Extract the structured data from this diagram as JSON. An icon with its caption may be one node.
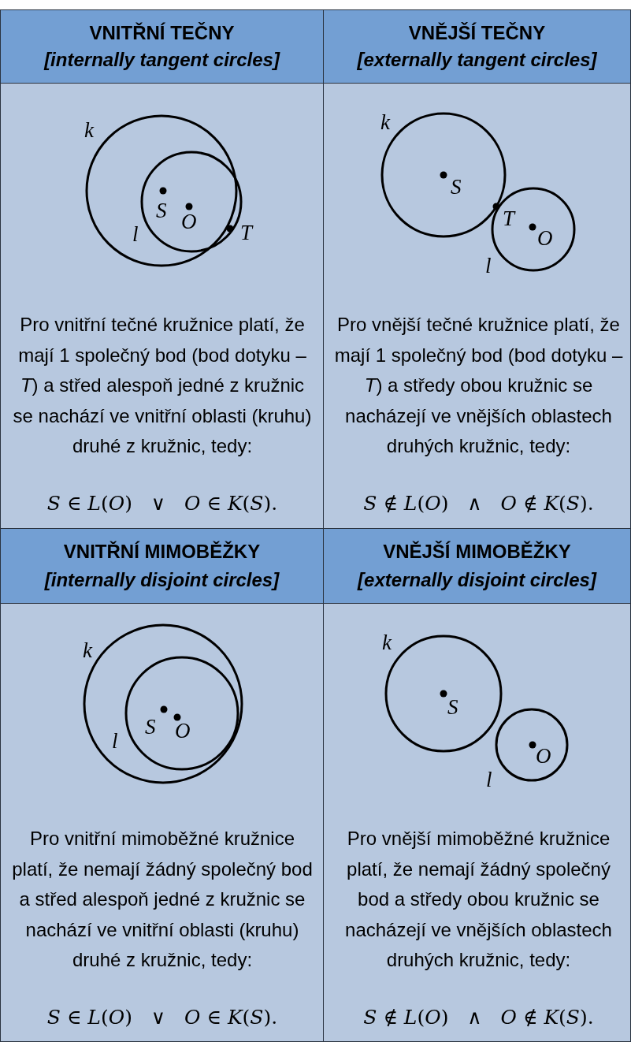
{
  "diagram": {
    "labels": [
      "VNITŘNÍ TEČNY",
      "[internally tangent circles]",
      "VNĚJŠÍ TEČNY",
      "[externally tangent circles]",
      "k",
      "S",
      "O",
      "l",
      "T",
      "k",
      "S",
      "T",
      "O",
      "l",
      "Pro vnitřní tečné kružnice platí, že mají 1 společný bod (bod dotyku – *T*) a střed alespoň jedné z kružnic se nachází ve vnitřní oblasti (kruhu) druhé z kružnic, tedy:",
      "*S* ∈ *L*(*O*)   ∨   *O* ∈ *K*(*S*).",
      "Pro vnější tečné kružnice platí, že mají 1 společný bod (bod dotyku – *T*) a středy obou kružnic se nacházejí ve vnějších oblastech druhých kružnic, tedy:",
      "*S* ∉ *L*(*O*)   ∧   *O* ∉ *K*(*S*).",
      "VNITŘNÍ MIMOBĚŽKY",
      "[internally disjoint circles]",
      "VNĚJŠÍ MIMOBĚŽKY",
      "[externally disjoint circles]",
      "k",
      "S",
      "O",
      "l",
      "k",
      "S",
      "O",
      "l",
      "Pro vnitřní mimoběžné kružnice platí, že nemají žádný společný bod a střed alespoň jedné z kružnic se nachází ve vnitřní oblasti (kruhu) druhé z kružnic, tedy:",
      "*S* ∈ *L*(*O*)   ∨   *O* ∈ *K*(*S*).",
      "Pro vnější mimoběžné kružnice platí, že nemají žádný společný bod a středy obou kružnic se nacházejí ve vnějších oblastech druhých kružnic, tedy:",
      "*S* ∉ *L*(*O*)   ∧   *O* ∉ *K*(*S*)."
    ]
  }
}
